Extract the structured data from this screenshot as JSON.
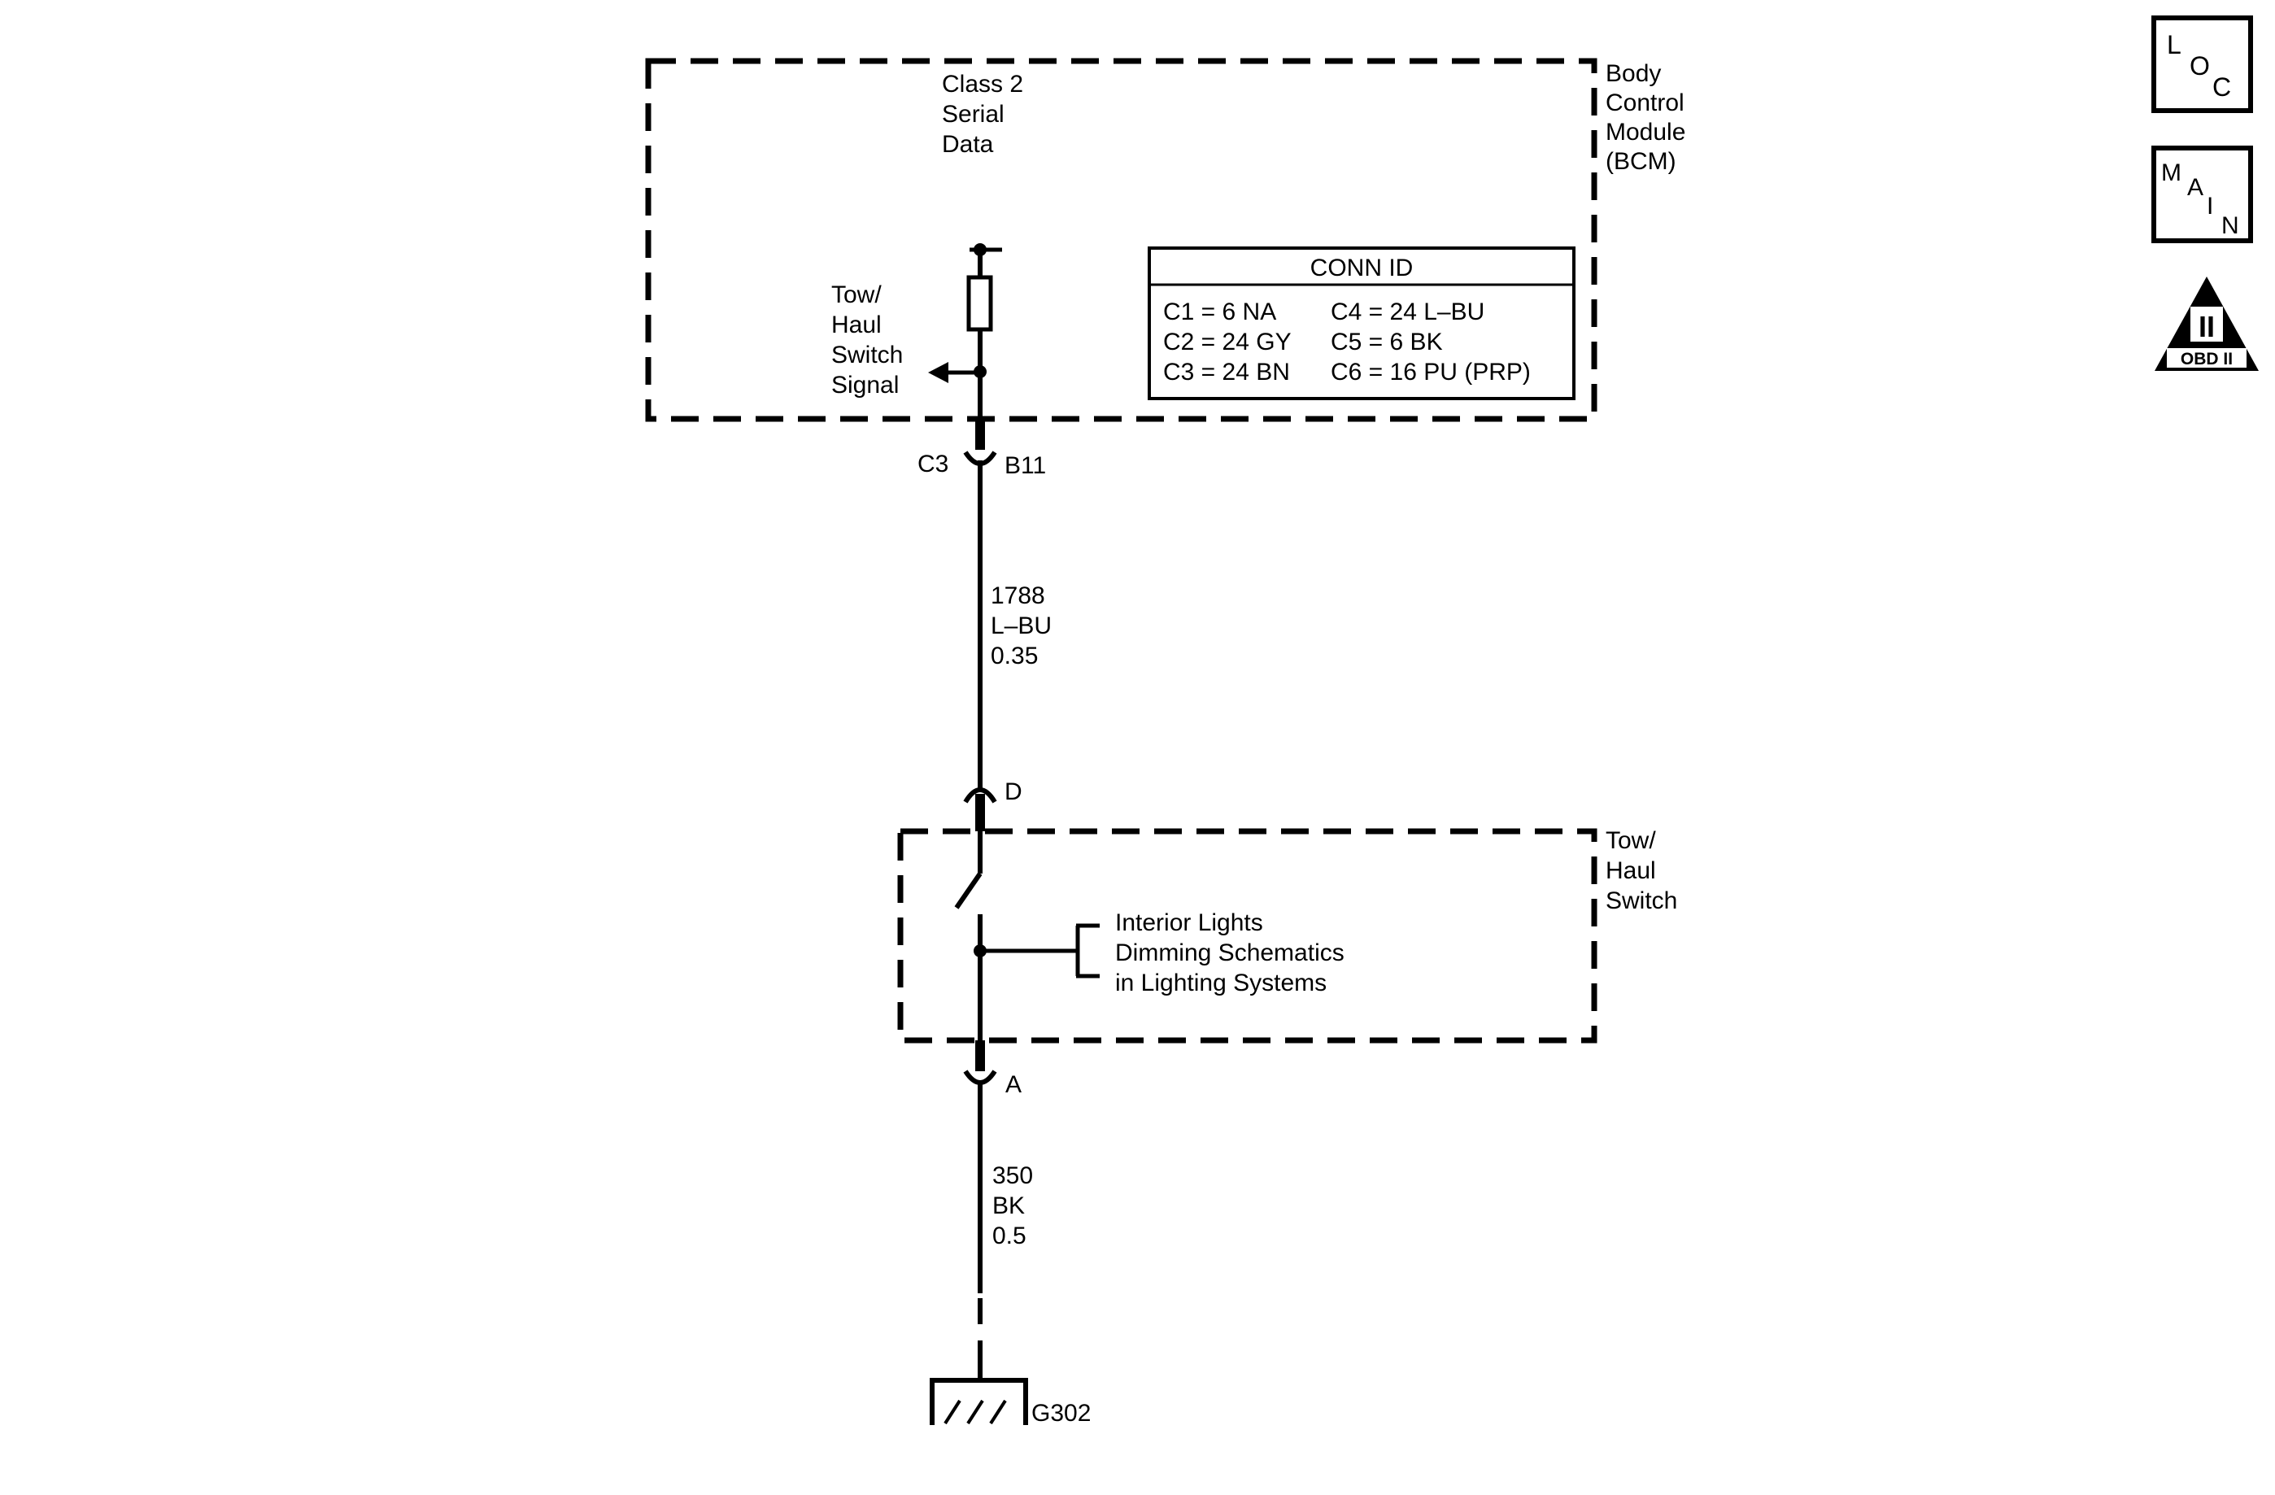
{
  "bcm": {
    "name_lines": [
      "Body",
      "Control",
      "Module",
      "(BCM)"
    ],
    "serial_data_lines": [
      "Class 2",
      "Serial",
      "Data"
    ],
    "signal_lines": [
      "Tow/",
      "Haul",
      "Switch",
      "Signal"
    ],
    "connector": {
      "id": "C3",
      "pin": "B11"
    }
  },
  "conn_id_table": {
    "title": "CONN ID",
    "rows": [
      [
        "C1 = 6 NA",
        "C4 = 24 L–BU"
      ],
      [
        "C2 = 24 GY",
        "C5 = 6 BK"
      ],
      [
        "C3 = 24 BN",
        "C6 = 16 PU (PRP)"
      ]
    ]
  },
  "wire_1": {
    "lines": [
      "1788",
      "L–BU",
      "0.35"
    ]
  },
  "switch": {
    "name_lines": [
      "Tow/",
      "Haul",
      "Switch"
    ],
    "pin_top": "D",
    "pin_bottom": "A",
    "reference_lines": [
      "Interior Lights",
      "Dimming Schematics",
      "in Lighting Systems"
    ]
  },
  "wire_2": {
    "lines": [
      "350",
      "BK",
      "0.5"
    ]
  },
  "ground": {
    "id": "G302"
  },
  "icons": {
    "loc": {
      "name": "loc-icon",
      "letters": [
        "L",
        "O",
        "C"
      ]
    },
    "main": {
      "name": "main-icon",
      "letters": [
        "M",
        "A",
        "I",
        "N"
      ]
    },
    "obd": {
      "name": "obd-ii-icon",
      "roman": "II",
      "caption": "OBD II"
    }
  }
}
